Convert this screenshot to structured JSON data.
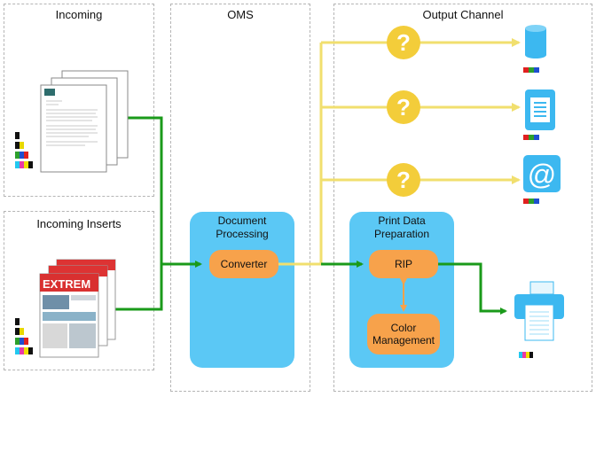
{
  "panels": {
    "incoming": "Incoming",
    "incoming_inserts": "Incoming Inserts",
    "oms": "OMS",
    "output_channel": "Output Channel"
  },
  "boxes": {
    "document_processing": "Document\nProcessing",
    "print_data_preparation": "Print Data\nPreparation"
  },
  "nodes": {
    "converter": "Converter",
    "rip": "RIP",
    "color_management": "Color\nManagement"
  },
  "question_mark": "?",
  "insert_headline": "EXTREM",
  "colors": {
    "green_flow": "#1a9a1a",
    "yellow_flow": "#f1df6e",
    "orange_node": "#f7a24b",
    "blue_box": "#5bc8f5",
    "device_blue": "#3cb8f0",
    "question_badge": "#f3cd3a"
  },
  "icons": [
    "document-stack-icon",
    "newsletter-stack-icon",
    "database-icon",
    "tablet-icon",
    "email-at-icon",
    "printer-icon",
    "color-swatch-icon"
  ]
}
